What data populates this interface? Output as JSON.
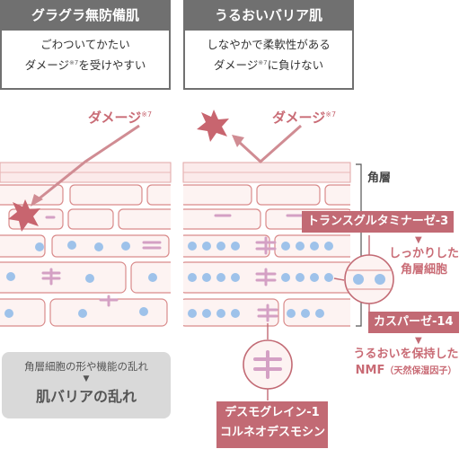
{
  "left": {
    "title": "グラグラ無防備肌",
    "desc_line1": "ごわついてかたい",
    "desc_line2_pre": "ダメージ",
    "desc_line2_sup": "※7",
    "desc_line2_post": "を受けやすい",
    "damage_label": "ダメージ",
    "damage_sup": "※7",
    "result_line1": "角層細胞の形や機能の乱れ",
    "result_arrow": "▼",
    "result_line2": "肌バリアの乱れ"
  },
  "right": {
    "title": "うるおいバリア肌",
    "desc_line1": "しなやかで柔軟性がある",
    "desc_line2_pre": "ダメージ",
    "desc_line2_sup": "※7",
    "desc_line2_post": "に負けない",
    "damage_label": "ダメージ",
    "damage_sup": "※7",
    "stratum_label": "角層",
    "enzyme1": "トランスグルタミナーゼ-3",
    "enzyme1_arrow": "▼",
    "enzyme1_effect_line1": "しっかりした",
    "enzyme1_effect_line2": "角層細胞",
    "enzyme2": "カスパーゼ-14",
    "enzyme2_arrow": "▼",
    "enzyme2_effect_line1": "うるおいを保持した",
    "enzyme2_effect_line2": "NMF",
    "enzyme2_effect_small": "（天然保湿因子）",
    "protein_line1": "デスモグレイン-1",
    "protein_line2": "コルネオデスモシン"
  },
  "colors": {
    "header_bg": "#707070",
    "accent_pink": "#c26a74",
    "star_pink": "#c8656f",
    "cell_fill": "#fbf0ef",
    "cell_stroke": "#d98b8b",
    "dot_blue": "#9ec2ea",
    "desmosome": "#d9a7c9",
    "grey_box": "#d9d9d9"
  }
}
